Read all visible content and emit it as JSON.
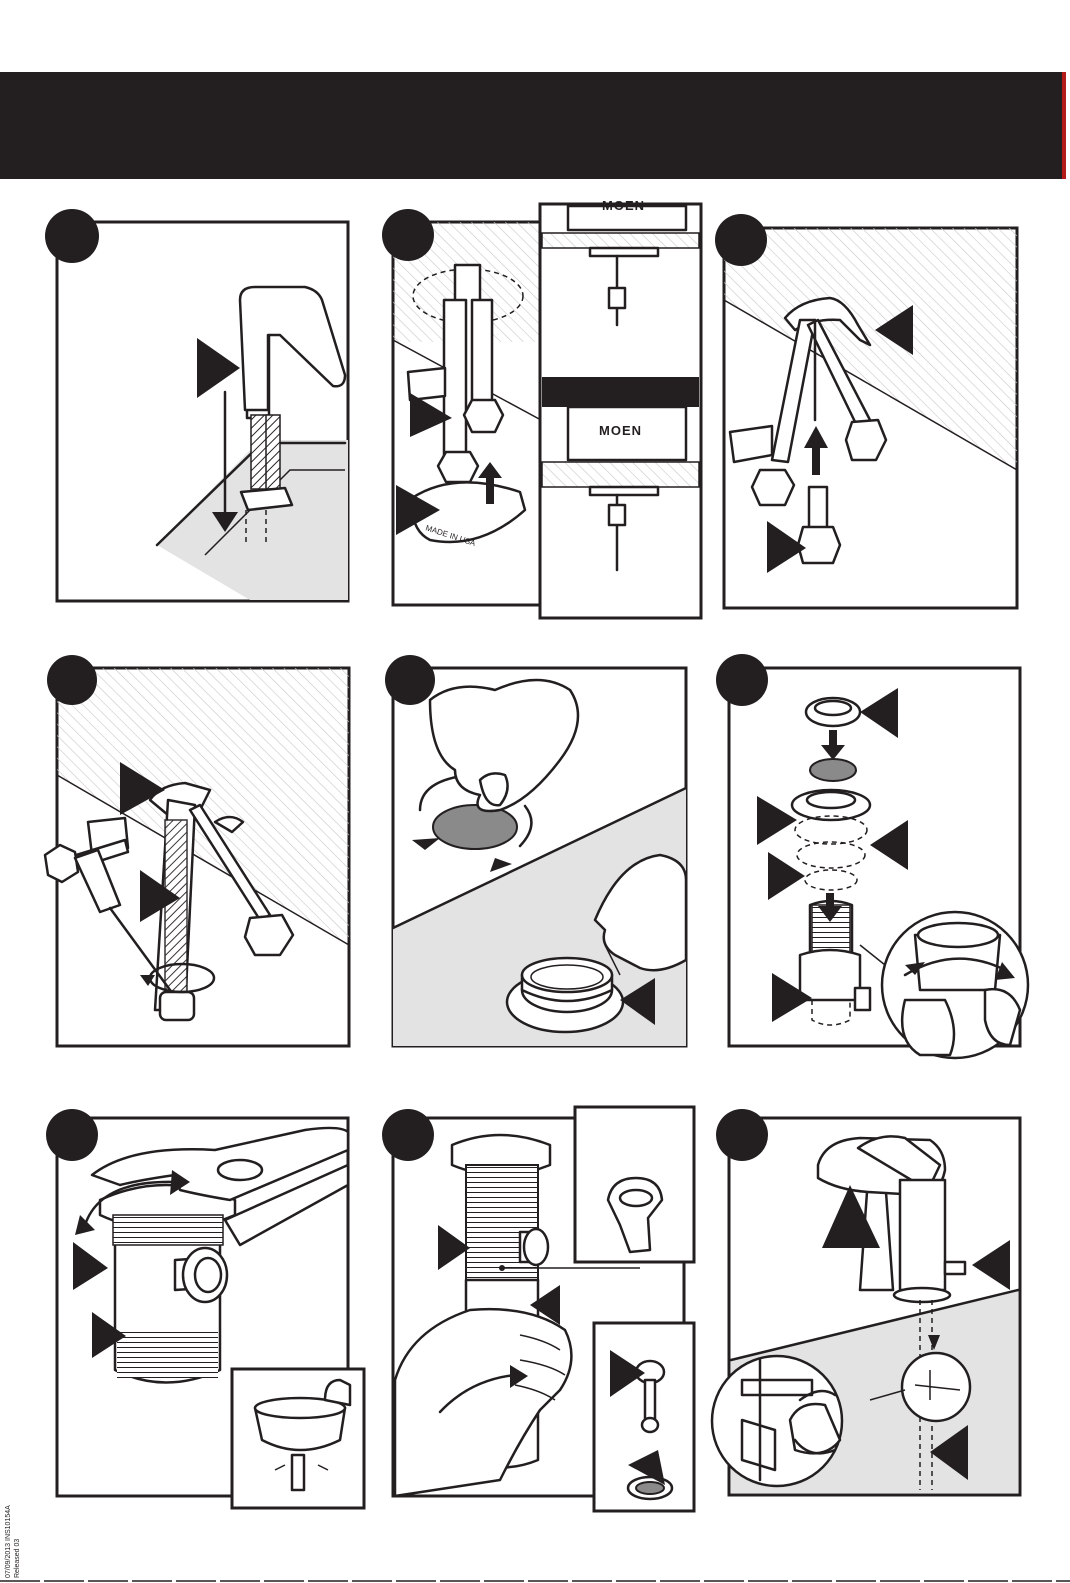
{
  "header": {
    "background": "#231f20",
    "accent": "#b31b1b"
  },
  "brand": {
    "logo_upper": "MOEN",
    "logo_lower": "MOEN"
  },
  "tool": {
    "label": "MADE IN USA"
  },
  "footer": {
    "doc_number": "INS10154A",
    "doc_date": "07/09/2013",
    "doc_revision": "Released 03"
  },
  "steps": [
    {
      "id": 1,
      "icon": "faucet-insert-icon"
    },
    {
      "id": 2,
      "icon": "mounting-nut-icon"
    },
    {
      "id": 3,
      "icon": "supply-hose-icon"
    },
    {
      "id": 4,
      "icon": "screwdriver-icon"
    },
    {
      "id": 5,
      "icon": "drain-flange-icon"
    },
    {
      "id": 6,
      "icon": "drain-gaskets-icon"
    },
    {
      "id": 7,
      "icon": "pliers-icon"
    },
    {
      "id": 8,
      "icon": "pivot-rod-icon"
    },
    {
      "id": 9,
      "icon": "lift-rod-icon"
    }
  ]
}
